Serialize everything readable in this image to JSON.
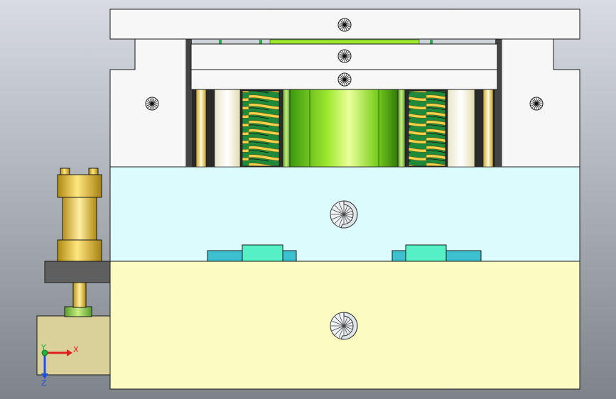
{
  "viewport": {
    "background_top": "#d8dce2",
    "background_bottom": "#7e838a"
  },
  "colors": {
    "outline": "#1a1a1a",
    "plate_white": "#f7f7f7",
    "cavity_plate": "#dcfbfd",
    "core_plate": "#fbfbc2",
    "insert_outer": "#3cc0d0",
    "insert_inner": "#55f0c6",
    "gas_spring_block": "#d9d09a",
    "cylinder_bracket": "#5f5f5f",
    "brass": "#e6c63a",
    "green_part": "#8ed44a",
    "spring_yellow": "#f2d24a",
    "spring_green": "#2aa84a",
    "guide_pin": "#f4e8a0"
  },
  "axis_triad": {
    "x_label": "X",
    "y_label": "Y",
    "z_label": "Z",
    "x_color": "#e02020",
    "y_color": "#20b040",
    "z_color": "#2050e0"
  },
  "icons": {
    "screw_head": "screw-head-icon",
    "spiral_mark": "spiral-mark-icon"
  }
}
